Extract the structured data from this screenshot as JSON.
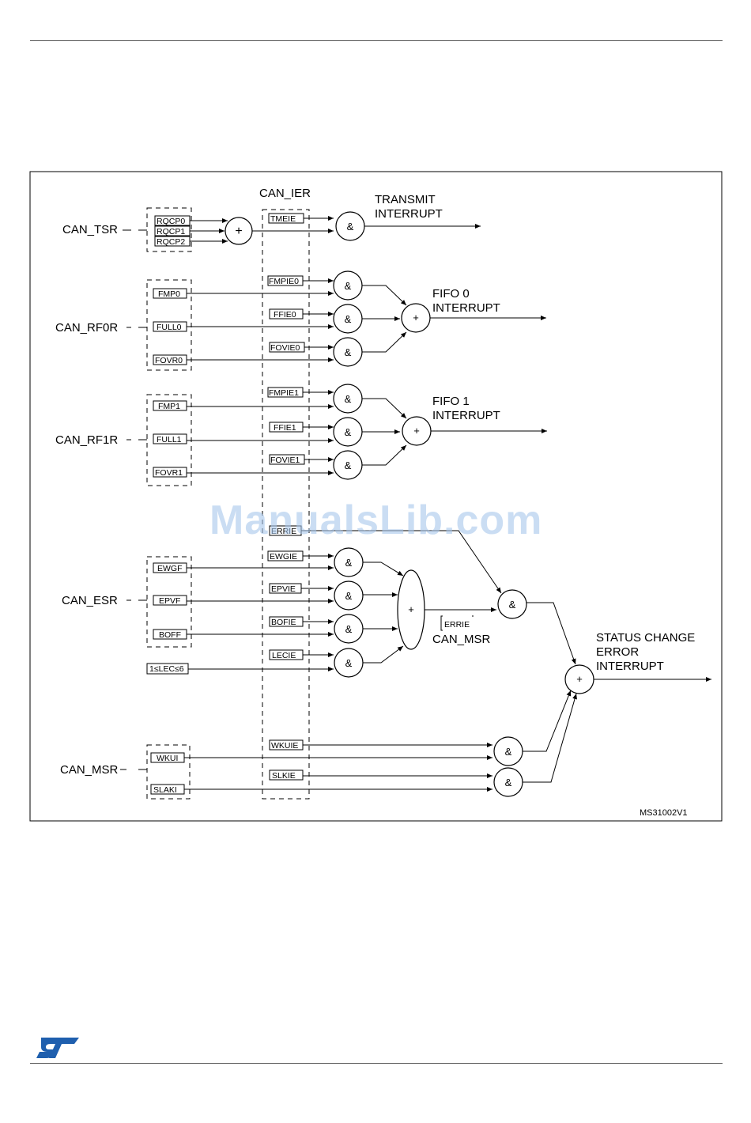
{
  "registers": {
    "tsr": "CAN_TSR",
    "rf0r": "CAN_RF0R",
    "rf1r": "CAN_RF1R",
    "esr": "CAN_ESR",
    "msr": "CAN_MSR",
    "ier": "CAN_IER",
    "msr_errie": "CAN_MSR"
  },
  "flags": {
    "rqcp0": "RQCP0",
    "rqcp1": "RQCP1",
    "rqcp2": "RQCP2",
    "fmp0": "FMP0",
    "full0": "FULL0",
    "fovr0": "FOVR0",
    "fmp1": "FMP1",
    "full1": "FULL1",
    "fovr1": "FOVR1",
    "ewgf": "EWGF",
    "epvf": "EPVF",
    "boff": "BOFF",
    "lec": "1≤LEC≤6",
    "wkui": "WKUI",
    "slaki": "SLAKI"
  },
  "enables": {
    "tmeie": "TMEIE",
    "fmpie0": "FMPIE0",
    "ffie0": "FFIE0",
    "fovie0": "FOVIE0",
    "fmpie1": "FMPIE1",
    "ffie1": "FFIE1",
    "fovie1": "FOVIE1",
    "errie": "ERRIE",
    "ewgie": "EWGIE",
    "epvie": "EPVIE",
    "bofie": "BOFIE",
    "lecie": "LECIE",
    "wkuie": "WKUIE",
    "slkie": "SLKIE",
    "errie_msr": "ERRIE"
  },
  "gates": {
    "and": "&",
    "or": "+"
  },
  "outputs": {
    "transmit_1": "TRANSMIT",
    "transmit_2": "INTERRUPT",
    "fifo0_1": "FIFO 0",
    "fifo0_2": "INTERRUPT",
    "fifo1_1": "FIFO 1",
    "fifo1_2": "INTERRUPT",
    "status_1": "STATUS CHANGE",
    "status_2": "ERROR",
    "status_3": "INTERRUPT"
  },
  "figure_id": "MS31002V1",
  "watermark": "ManualsLib.com",
  "logo": "ST"
}
